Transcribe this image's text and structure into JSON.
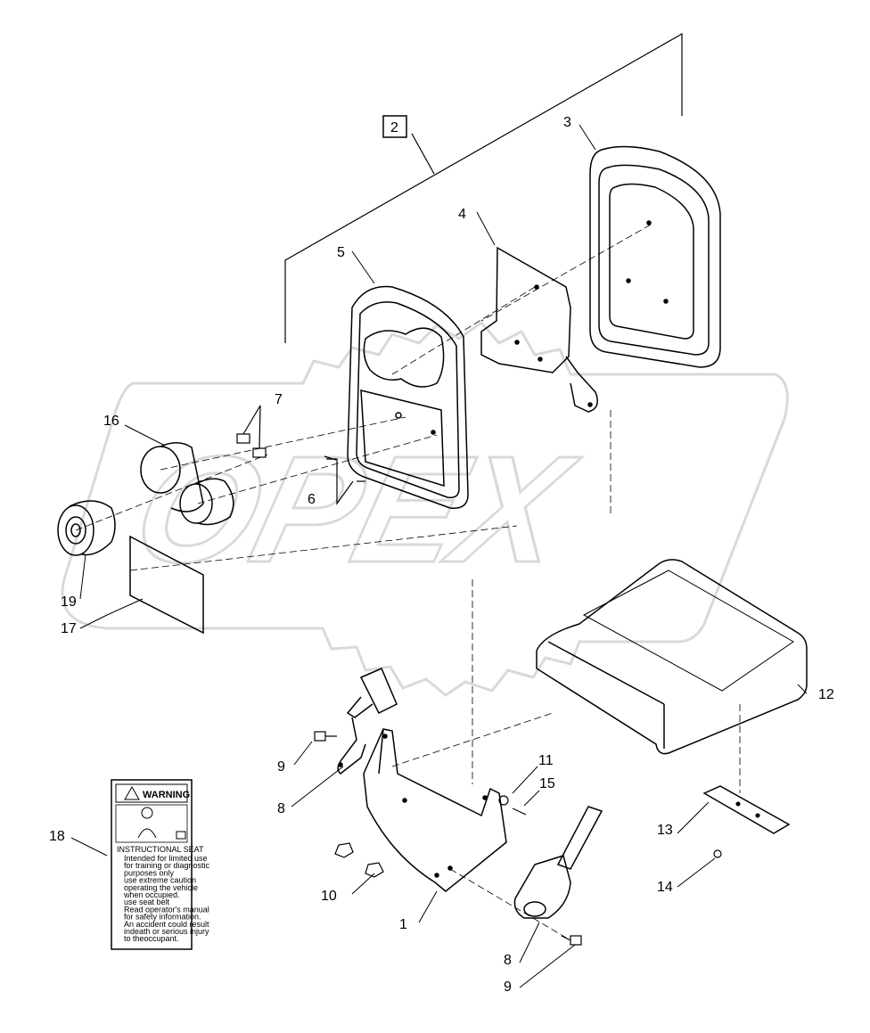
{
  "watermark": {
    "text": "OPEX",
    "color": "#d9d9d9"
  },
  "callouts": [
    {
      "id": "c1",
      "text": "1"
    },
    {
      "id": "c2",
      "text": "2",
      "boxed": true
    },
    {
      "id": "c3",
      "text": "3"
    },
    {
      "id": "c4",
      "text": "4"
    },
    {
      "id": "c5",
      "text": "5"
    },
    {
      "id": "c6",
      "text": "6"
    },
    {
      "id": "c7",
      "text": "7"
    },
    {
      "id": "c8a",
      "text": "8"
    },
    {
      "id": "c8b",
      "text": "8"
    },
    {
      "id": "c9a",
      "text": "9"
    },
    {
      "id": "c9b",
      "text": "9"
    },
    {
      "id": "c10",
      "text": "10"
    },
    {
      "id": "c11",
      "text": "11"
    },
    {
      "id": "c12",
      "text": "12"
    },
    {
      "id": "c13",
      "text": "13"
    },
    {
      "id": "c14",
      "text": "14"
    },
    {
      "id": "c15",
      "text": "15"
    },
    {
      "id": "c16",
      "text": "16"
    },
    {
      "id": "c17",
      "text": "17"
    },
    {
      "id": "c18",
      "text": "18"
    },
    {
      "id": "c19",
      "text": "19"
    }
  ],
  "decal": {
    "heading": "WARNING",
    "subheading": "INSTRUCTIONAL SEAT",
    "lines": [
      "Intended for limited use",
      "for training or diagnostic",
      "purposes only",
      "use extreme caution",
      "operating the vehicle",
      "when occupied.",
      "use seat belt",
      "Read operator's manual",
      "for safety information.",
      "An accident could result",
      "indeath or serious injury",
      "to theoccupant."
    ]
  }
}
